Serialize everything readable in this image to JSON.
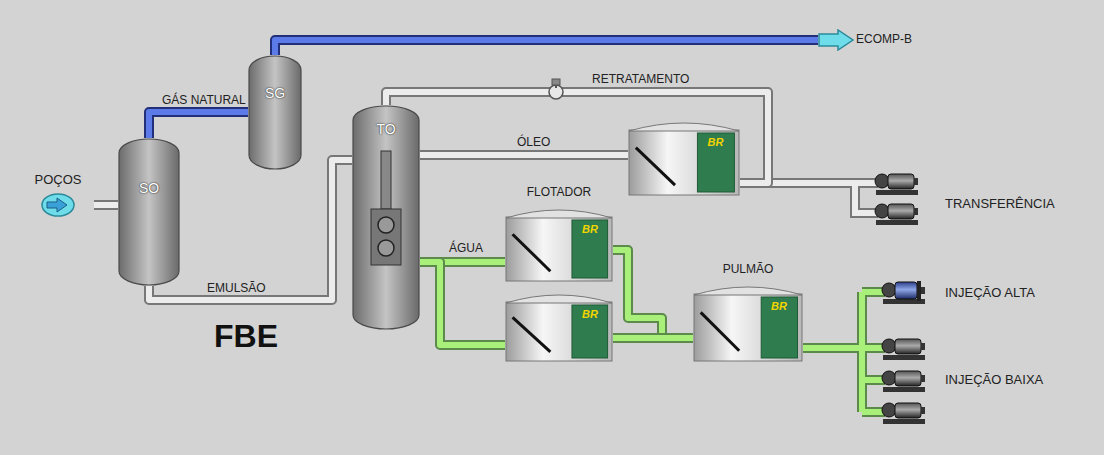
{
  "diagram": {
    "title": "FBE",
    "nodes": [
      {
        "text": [
          "POÇOS"
        ]
      },
      {
        "text": [
          "SO"
        ]
      },
      {
        "text": [
          "SG"
        ]
      },
      {
        "text": [
          "TO"
        ]
      },
      {
        "text": [
          "BR"
        ]
      },
      {
        "text": [
          "FLOTADOR",
          "BR"
        ]
      },
      {
        "text": [
          "BR"
        ]
      },
      {
        "text": [
          "PULMÃO",
          "BR"
        ]
      },
      {
        "text": [
          "ECOMP-B"
        ]
      }
    ],
    "edges": [
      {
        "from": 0,
        "to": 1,
        "arrow": "none"
      },
      {
        "from": 1,
        "to": 2,
        "label": "GÁS NATURAL",
        "arrow": "none"
      },
      {
        "from": 2,
        "to": 8,
        "arrow": "none"
      },
      {
        "from": 1,
        "to": 3,
        "label": "EMULSÃO",
        "arrow": "none"
      },
      {
        "from": 3,
        "to": 4,
        "label": "ÓLEO",
        "arrow": "none"
      },
      {
        "from": 4,
        "to": 3,
        "label": "RETRATAMENTO",
        "arrow": "none"
      },
      {
        "from": 3,
        "to": 5,
        "label": "ÁGUA",
        "arrow": "none"
      },
      {
        "from": 3,
        "to": 6,
        "arrow": "none"
      },
      {
        "from": 5,
        "to": 7,
        "arrow": "none"
      },
      {
        "from": 6,
        "to": 7,
        "arrow": "none"
      }
    ],
    "labels": [
      "TRANSFERÊNCIA",
      "INJEÇÃO ALTA",
      "INJEÇÃO BAIXA"
    ]
  }
}
